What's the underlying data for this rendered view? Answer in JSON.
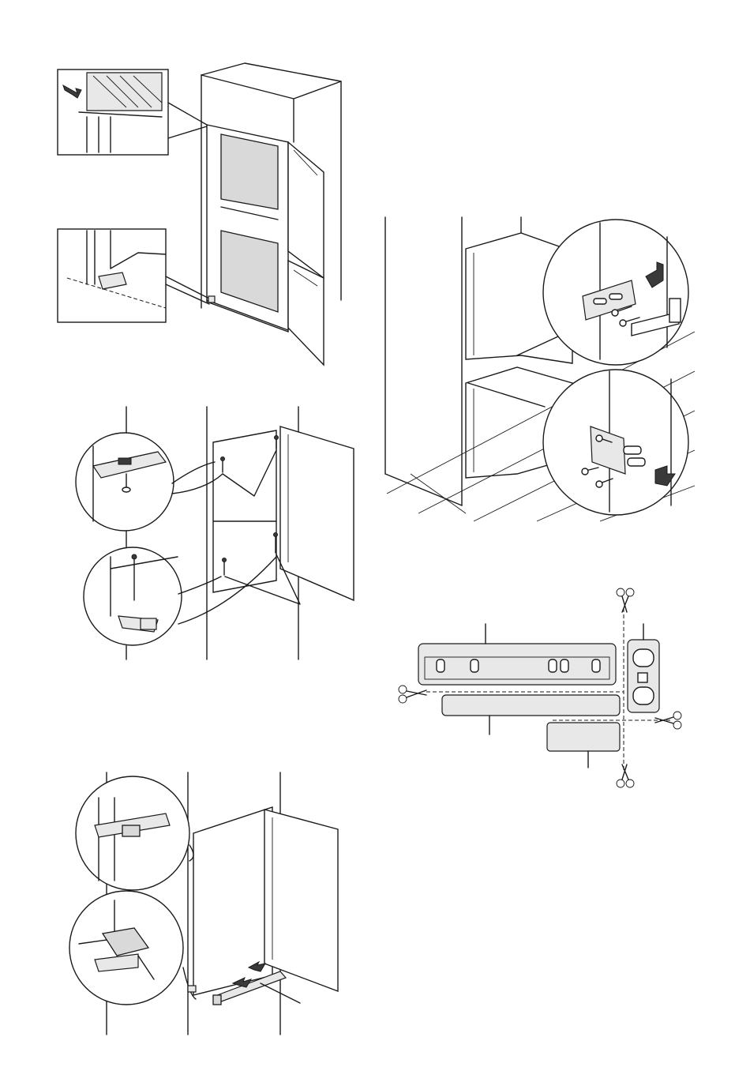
{
  "figures": [
    {
      "id": "fig-cabinet-alignment",
      "description_visible": false
    },
    {
      "id": "fig-hinge-screws",
      "description_visible": false
    },
    {
      "id": "fig-cover-fitting",
      "description_visible": false
    },
    {
      "id": "fig-bracket-mounting",
      "description_visible": false
    },
    {
      "id": "fig-cutting-template",
      "description_visible": false
    }
  ],
  "icons": [
    "arrow-icon",
    "screw-icon",
    "scissors-icon",
    "hinge-icon",
    "bracket-icon",
    "cover-cap-icon"
  ],
  "colors": {
    "line": "#1a1a1a",
    "fill_grey": "#d9d9d9",
    "fill_light": "#e8e8e8",
    "background": "#ffffff"
  }
}
